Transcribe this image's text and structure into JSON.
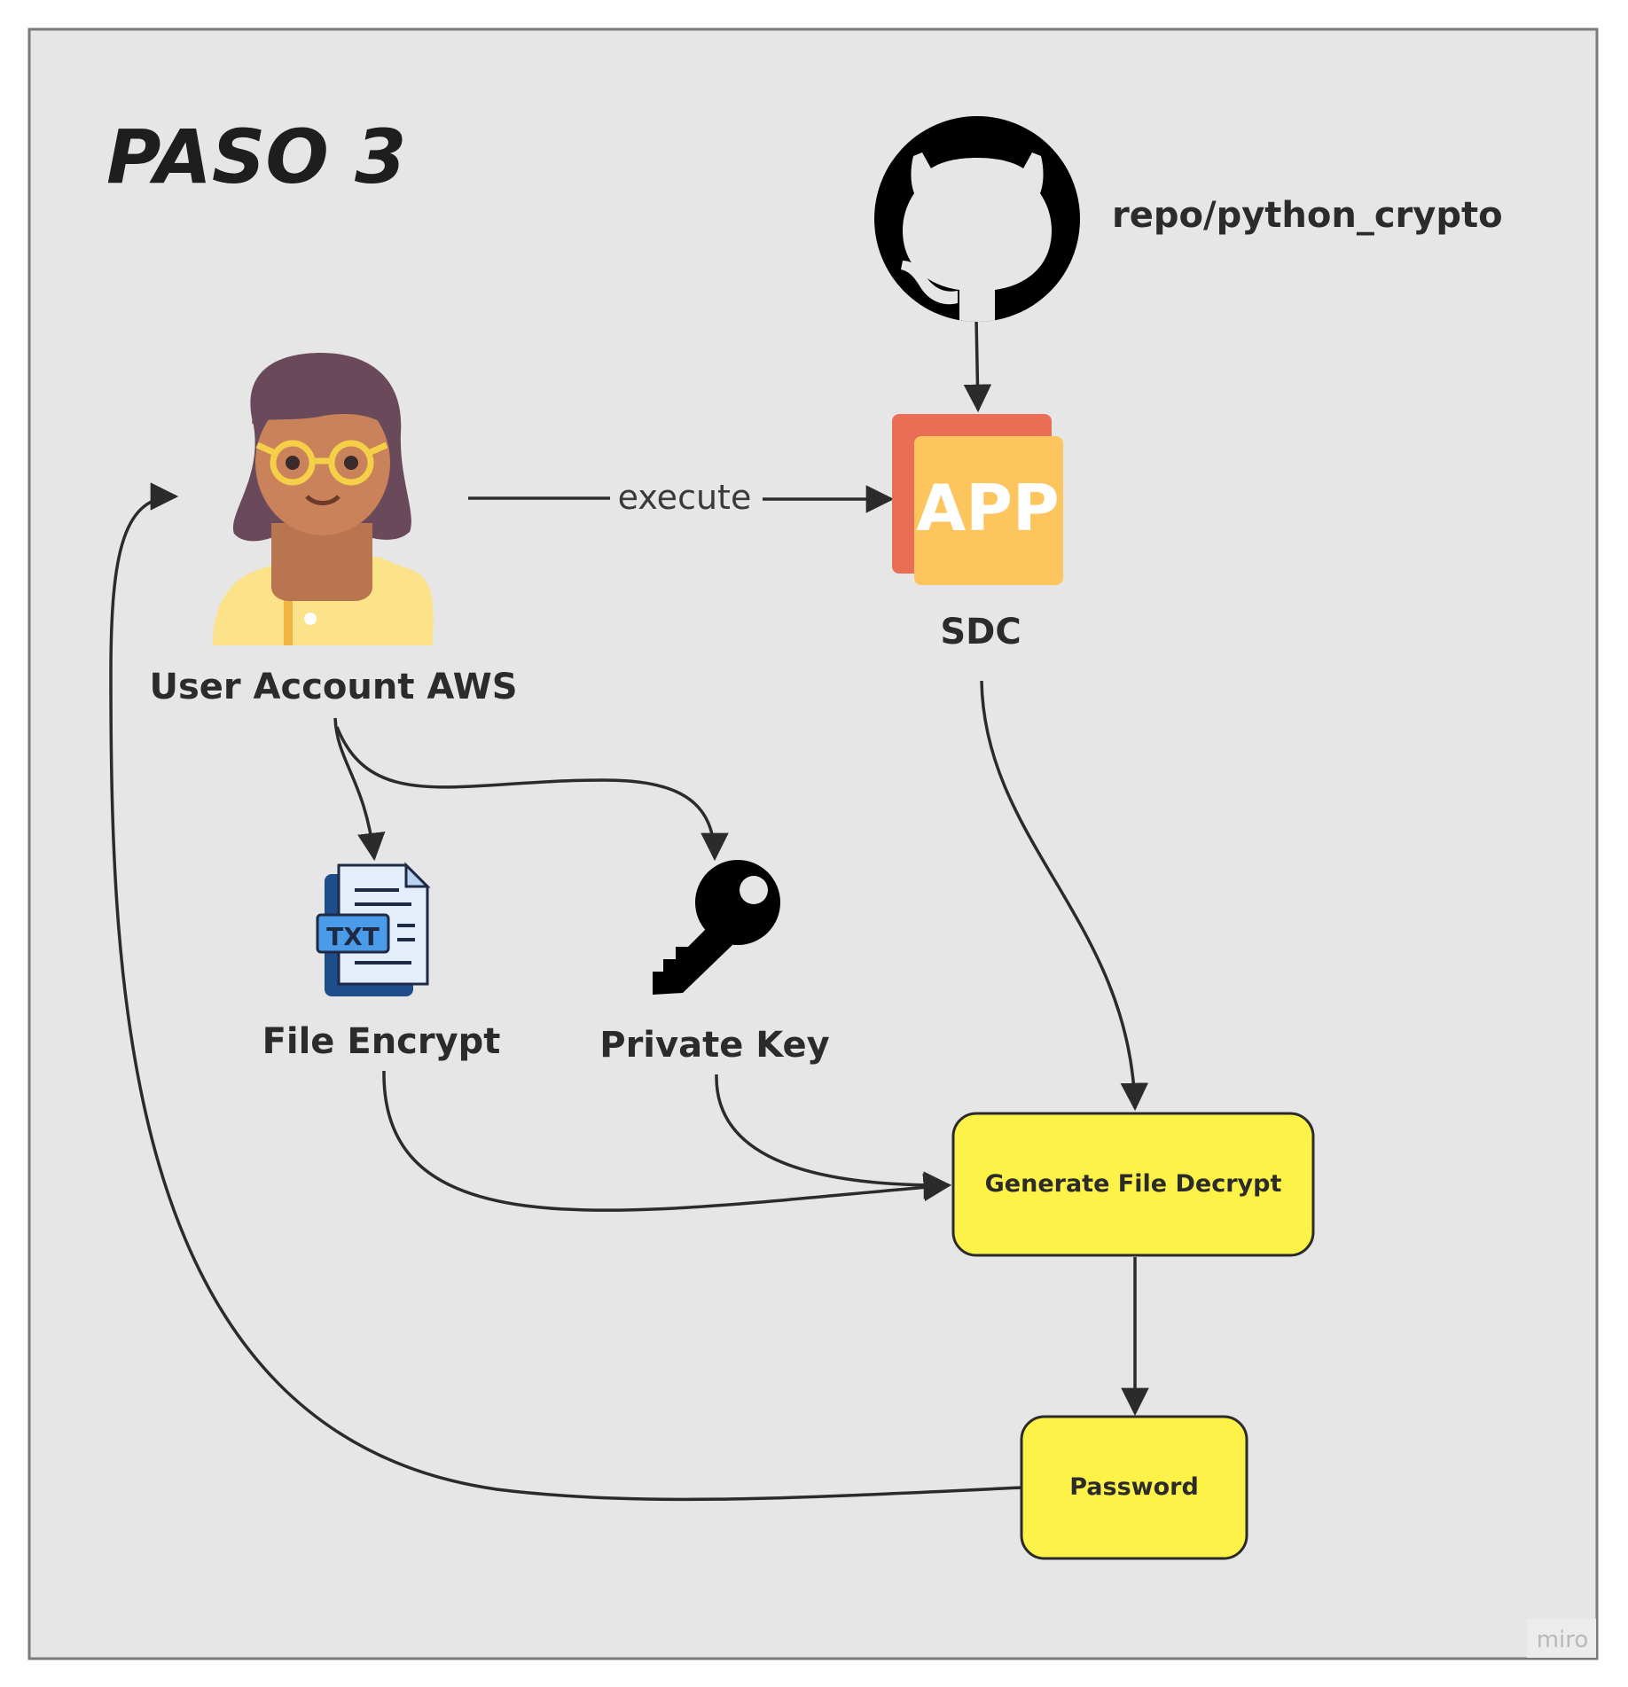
{
  "title": "PASO 3",
  "watermark": "miro",
  "colors": {
    "board_bg": "#e6e6e6",
    "board_border": "#7a7a7a",
    "box_fill": "#fdf247",
    "box_stroke": "#2b2b2b",
    "edge": "#2b2b2b"
  },
  "nodes": {
    "user": {
      "label": "User Account AWS",
      "icon": "user-woman-icon"
    },
    "app": {
      "label": "SDC",
      "icon": "app-icon",
      "icon_text": "APP"
    },
    "repo": {
      "label": "repo/python_crypto",
      "icon": "github-icon"
    },
    "file": {
      "label": "File Encrypt",
      "icon": "txt-file-icon",
      "icon_text": "TXT"
    },
    "key": {
      "label": "Private Key",
      "icon": "key-icon"
    },
    "decrypt": {
      "label": "Generate File Decrypt"
    },
    "password": {
      "label": "Password"
    }
  },
  "edges": [
    {
      "from": "repo",
      "to": "app",
      "label": ""
    },
    {
      "from": "user",
      "to": "app",
      "label": "execute"
    },
    {
      "from": "user",
      "to": "file",
      "label": ""
    },
    {
      "from": "user",
      "to": "key",
      "label": ""
    },
    {
      "from": "app",
      "to": "decrypt",
      "label": ""
    },
    {
      "from": "file",
      "to": "decrypt",
      "label": ""
    },
    {
      "from": "key",
      "to": "decrypt",
      "label": ""
    },
    {
      "from": "decrypt",
      "to": "password",
      "label": ""
    },
    {
      "from": "password",
      "to": "user",
      "label": ""
    }
  ]
}
